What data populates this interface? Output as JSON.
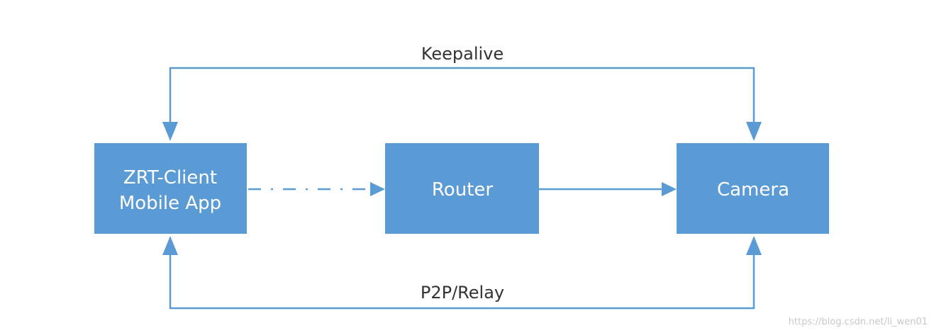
{
  "nodes": {
    "client": {
      "line1": "ZRT-Client",
      "line2": "Mobile App"
    },
    "router": {
      "label": "Router"
    },
    "camera": {
      "label": "Camera"
    }
  },
  "edges": {
    "keepalive": {
      "label": "Keepalive"
    },
    "p2p_relay": {
      "label": "P2P/Relay"
    }
  },
  "watermark": "https://blog.csdn.net/li_wen01",
  "colors": {
    "node_fill": "#5b9bd5",
    "edge": "#5b9bd5",
    "label_text": "#333333"
  }
}
